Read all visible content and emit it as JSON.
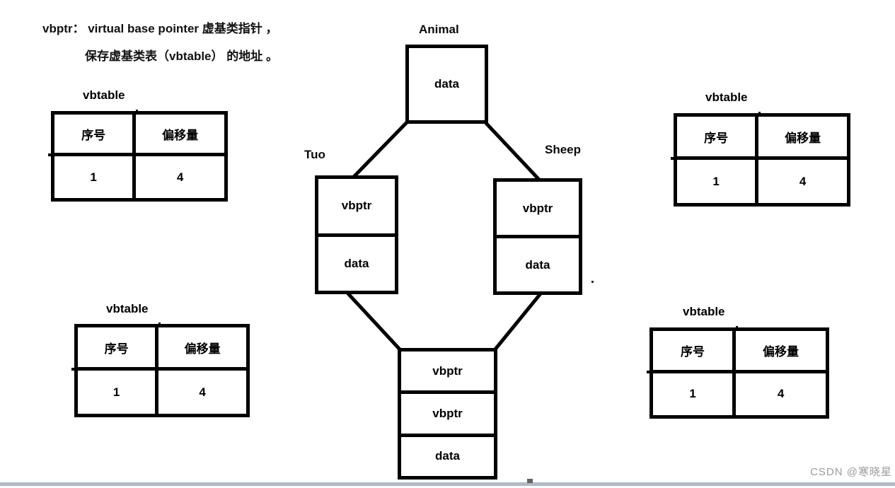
{
  "annotation": {
    "line1": "vbptr： virtual base pointer 虚基类指针 ，",
    "line2": "保存虚基类表（vbtable） 的地址 。"
  },
  "diagram": {
    "animal": {
      "label": "Animal",
      "cells": [
        "data"
      ]
    },
    "tuo": {
      "label": "Tuo",
      "cells": [
        "vbptr",
        "data"
      ]
    },
    "sheep": {
      "label": "Sheep",
      "cells": [
        "vbptr",
        "data"
      ]
    },
    "derived": {
      "cells": [
        "vbptr",
        "vbptr",
        "data"
      ]
    }
  },
  "vbtable": {
    "title": "vbtable",
    "headers": [
      "序号",
      "偏移量"
    ],
    "values": [
      "1",
      "4"
    ]
  },
  "watermark": "CSDN @寒晓星",
  "colors": {
    "line": "#000000",
    "watermark": "#9b9ba1",
    "scrollbar": "#aeb9cb"
  }
}
